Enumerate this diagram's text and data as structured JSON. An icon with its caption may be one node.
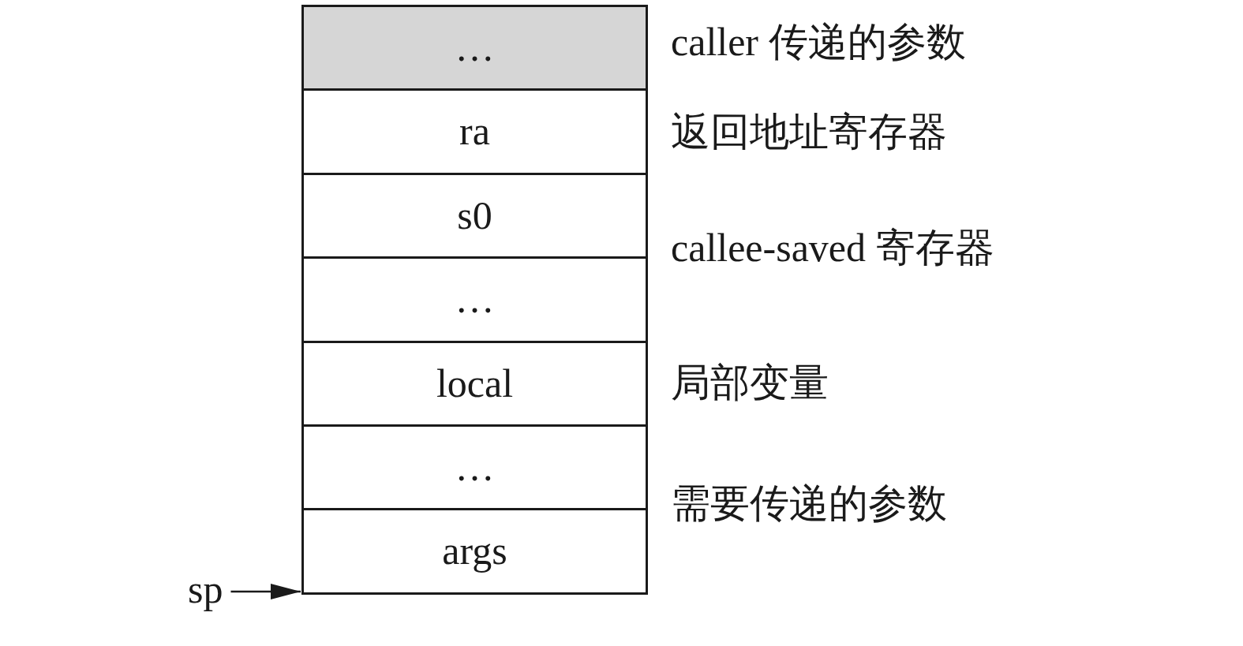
{
  "diagram": {
    "nodes": [
      {
        "text": [
          "…"
        ]
      },
      {
        "text": [
          "ra"
        ]
      },
      {
        "text": [
          "s0"
        ]
      },
      {
        "text": [
          "…"
        ]
      },
      {
        "text": [
          "local"
        ]
      },
      {
        "text": [
          "…"
        ]
      },
      {
        "text": [
          "args"
        ]
      },
      {
        "text": [
          "sp"
        ]
      }
    ],
    "edges": [
      {
        "from": 7,
        "to": 6,
        "arrow": "to"
      }
    ],
    "labels": [
      "caller 传递的参数",
      "返回地址寄存器",
      "callee-saved 寄存器",
      "局部变量",
      "需要传递的参数"
    ]
  }
}
